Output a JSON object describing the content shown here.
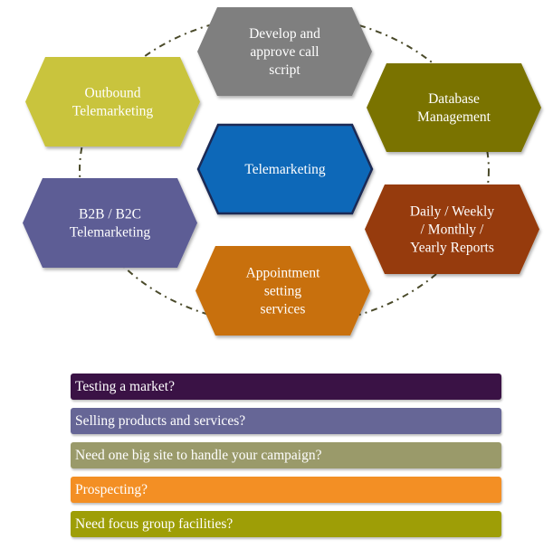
{
  "diagram": {
    "center": {
      "label": "Telemarketing",
      "color": "#0d67b8"
    },
    "hexagons": [
      {
        "id": "call-script",
        "lines": [
          "Develop and",
          "approve call",
          "script"
        ],
        "color": "#7f7f7f"
      },
      {
        "id": "database",
        "lines": [
          "Database",
          "Management"
        ],
        "color": "#7a7300"
      },
      {
        "id": "reports",
        "lines": [
          "Daily / Weekly",
          "/ Monthly /",
          "Yearly Reports"
        ],
        "color": "#963a07"
      },
      {
        "id": "appointment",
        "lines": [
          "Appointment",
          "setting",
          "services"
        ],
        "color": "#c86f0a"
      },
      {
        "id": "b2b-b2c",
        "lines": [
          "B2B / B2C",
          "Telemarketing"
        ],
        "color": "#5d5d95"
      },
      {
        "id": "outbound",
        "lines": [
          "Outbound",
          "Telemarketing"
        ],
        "color": "#c9c43e"
      }
    ],
    "ring_color": "#4a4a2a"
  },
  "bars": [
    {
      "label": "Testing  a market?",
      "color": "#3a1245"
    },
    {
      "label": "Selling products and services?",
      "color": "#666696"
    },
    {
      "label": "Need one big site to handle your campaign?",
      "color": "#9a9a6a"
    },
    {
      "label": "Prospecting?",
      "color": "#f38f24"
    },
    {
      "label": "Need focus group facilities?",
      "color": "#9e9e06"
    }
  ]
}
